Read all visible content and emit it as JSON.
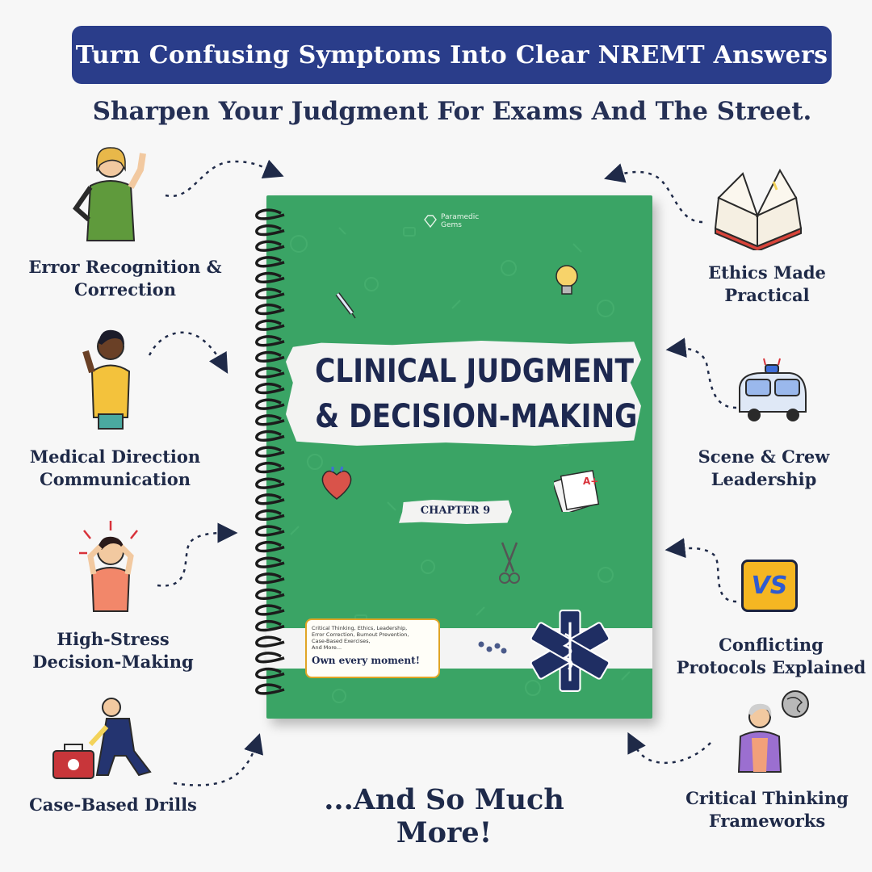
{
  "banner": {
    "text": "Turn Confusing Symptoms Into Clear NREMT Answers"
  },
  "subtitle": "Sharpen Your Judgment For Exams And The Street.",
  "features_left": [
    {
      "line1": "Error Recognition &",
      "line2": "Correction"
    },
    {
      "line1": "Medical Direction",
      "line2": "Communication"
    },
    {
      "line1": "High-Stress",
      "line2": "Decision-Making"
    },
    {
      "line1": "Case-Based Drills",
      "line2": ""
    }
  ],
  "features_right": [
    {
      "line1": "Ethics Made",
      "line2": "Practical"
    },
    {
      "line1": "Scene & Crew",
      "line2": "Leadership"
    },
    {
      "line1": "Conflicting",
      "line2": "Protocols Explained"
    },
    {
      "line1": "Critical Thinking",
      "line2": "Frameworks"
    }
  ],
  "book": {
    "brand_line1": "Paramedic",
    "brand_line2": "Gems",
    "title_line1": "CLINICAL JUDGMENT",
    "title_line2": "& DECISION-MAKING",
    "chapter": "CHAPTER 9",
    "info_line1": "Critical Thinking, Ethics, Leadership,",
    "info_line2": "Error Correction, Burnout Prevention,",
    "info_line3": "Case-Based Exercises,",
    "info_line4": "And More...",
    "tagline": "Own every moment!",
    "paper_grade": "A+",
    "vs_badge": "VS"
  },
  "footer": "...And So Much More!",
  "colors": {
    "banner": "#2a3d8a",
    "cover": "#3aa465",
    "navy": "#1d2850",
    "accent": "#e0a526"
  },
  "icons": [
    "person-finger-icon",
    "person-talking-icon",
    "person-stressed-icon",
    "paramedic-kneeling-icon",
    "open-book-icon",
    "ambulance-icon",
    "vs-badge-icon",
    "elderly-thinking-icon",
    "star-of-life-icon",
    "lightbulb-icon",
    "syringe-icon",
    "heart-icon",
    "graded-paper-icon",
    "scissors-icon",
    "molecule-icon",
    "spiral-binding-icon"
  ]
}
